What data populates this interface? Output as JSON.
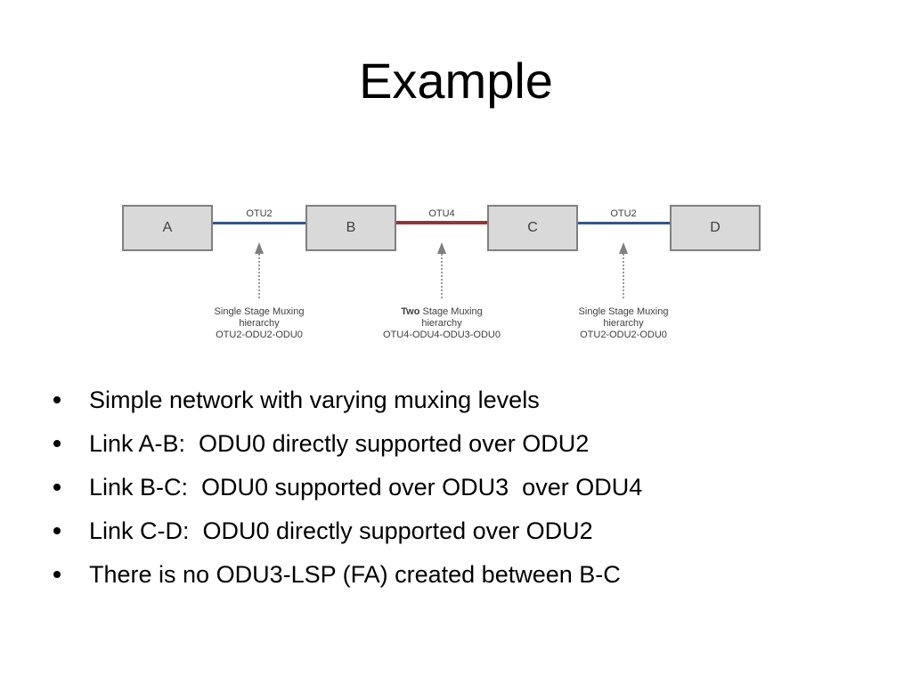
{
  "title": "Example",
  "colors": {
    "link_blue": "#33568c",
    "link_red": "#943634",
    "node_fill": "#d9d9d9",
    "node_border": "#808080",
    "caption_gray": "#3f3f3f"
  },
  "diagram": {
    "nodes": [
      {
        "label": "A"
      },
      {
        "label": "B"
      },
      {
        "label": "C"
      },
      {
        "label": "D"
      }
    ],
    "links": [
      {
        "label": "OTU2",
        "color": "#33568c",
        "caption_bold": "",
        "caption_rest": "Single Stage Muxing",
        "caption_line2": "hierarchy",
        "caption_line3": "OTU2-ODU2-ODU0"
      },
      {
        "label": "OTU4",
        "color": "#943634",
        "caption_bold": "Two",
        "caption_rest": " Stage Muxing",
        "caption_line2": "hierarchy",
        "caption_line3": "OTU4-ODU4-ODU3-ODU0"
      },
      {
        "label": "OTU2",
        "color": "#33568c",
        "caption_bold": "",
        "caption_rest": "Single Stage Muxing",
        "caption_line2": "hierarchy",
        "caption_line3": "OTU2-ODU2-ODU0"
      }
    ]
  },
  "bullets": [
    {
      "text": "Simple network with varying muxing levels"
    },
    {
      "text": "Link A-B:  ODU0 directly supported over ODU2"
    },
    {
      "text": "Link B-C:  ODU0 supported over ODU3  over ODU4"
    },
    {
      "text": "Link C-D:  ODU0 directly supported over ODU2"
    },
    {
      "text": "There is no ODU3-LSP (FA) created between B-C"
    }
  ]
}
